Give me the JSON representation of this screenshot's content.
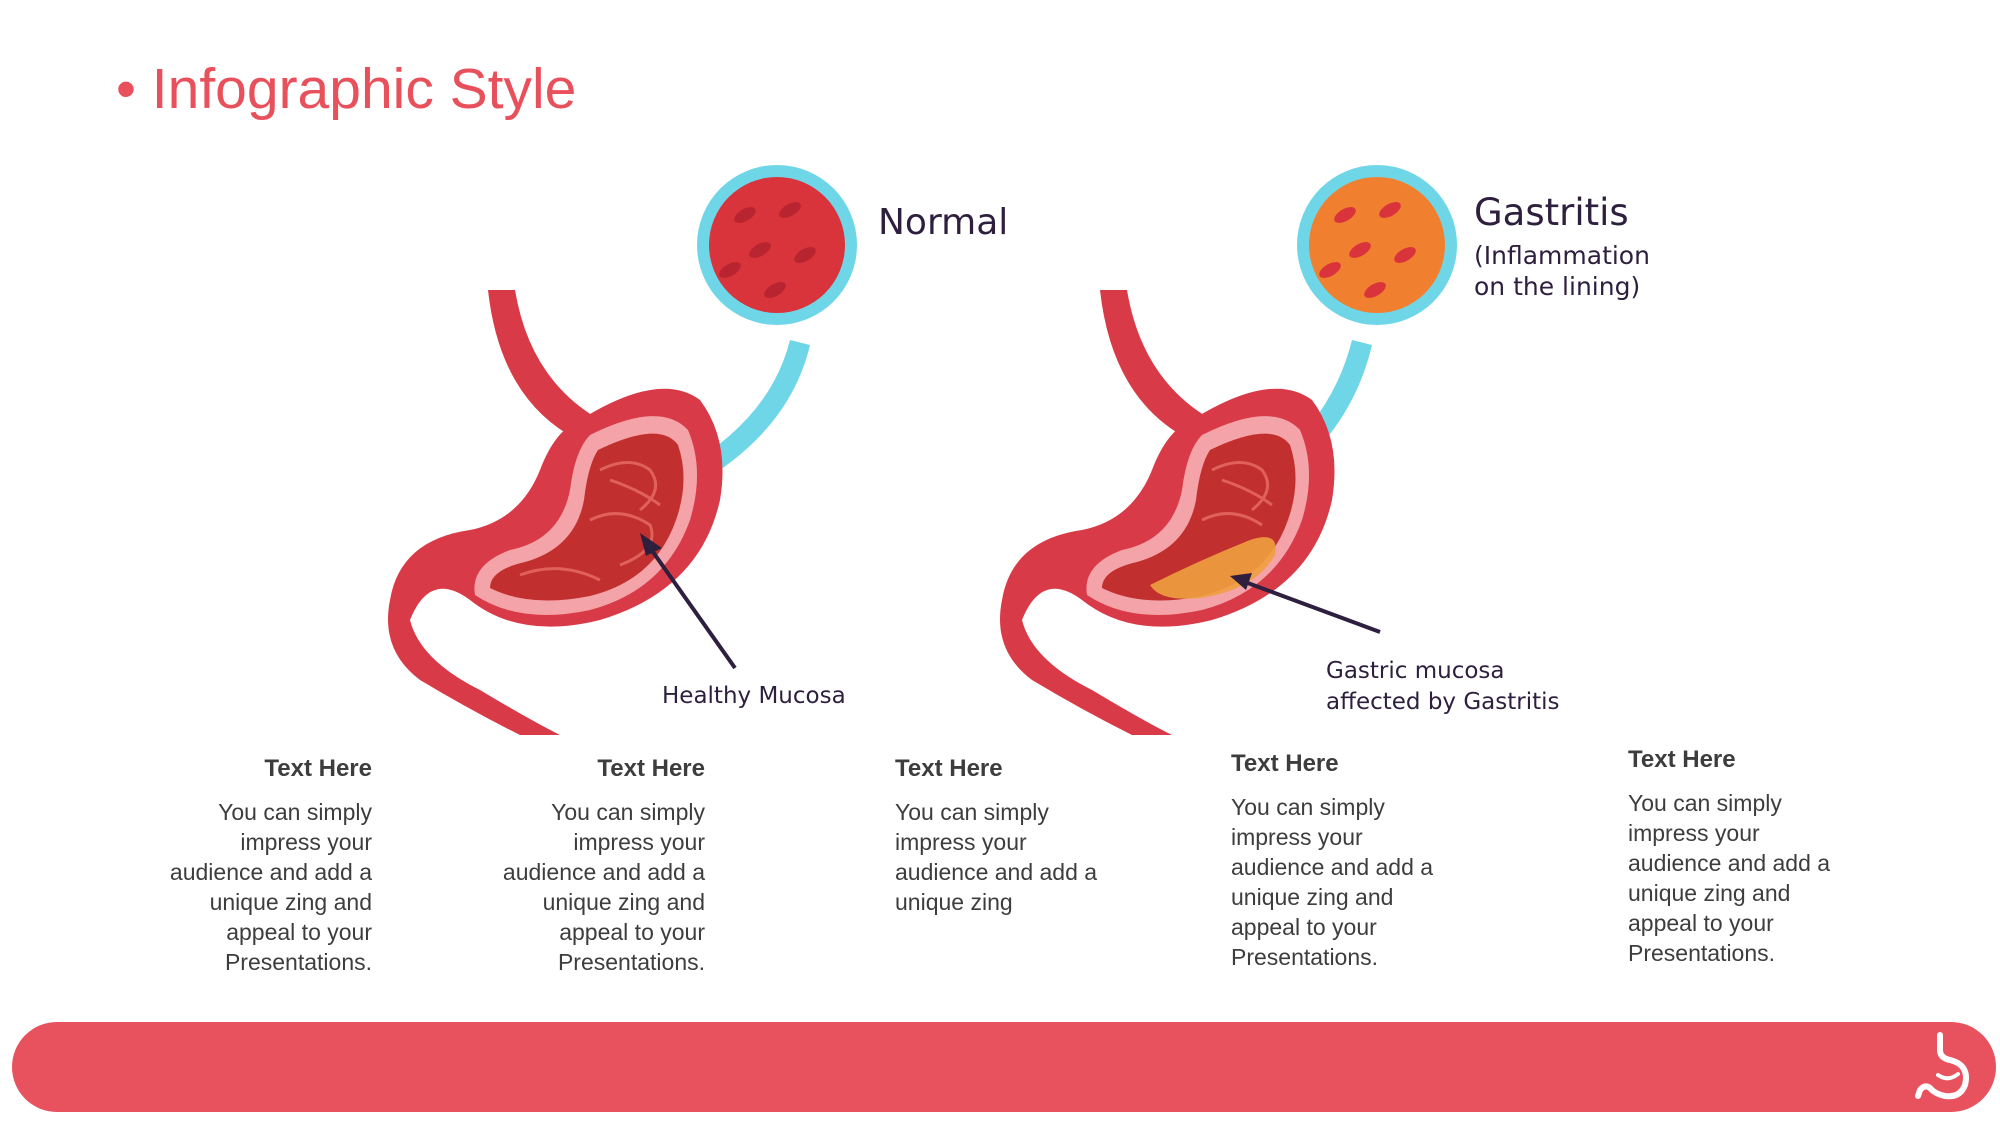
{
  "title": "• Infographic Style",
  "labels": {
    "normal": "Normal",
    "gastritis": "Gastritis",
    "gastritis_sub": "(Inflammation\non the lining)",
    "healthy": "Healthy Mucosa",
    "affected": "Gastric mucosa\naffected by Gastritis"
  },
  "text_boxes": [
    {
      "heading": "Text Here",
      "body": "You can simply impress your audience and add a unique zing and appeal to your Presentations."
    },
    {
      "heading": "Text Here",
      "body": "You can simply impress your audience and add a unique zing and appeal to your Presentations."
    },
    {
      "heading": "Text Here",
      "body": "You can simply impress your audience and add a unique zing"
    },
    {
      "heading": "Text Here",
      "body": "You can simply impress your audience and add a unique zing and appeal to your Presentations."
    },
    {
      "heading": "Text Here",
      "body": "You can simply impress your audience and add a unique zing and appeal to your Presentations."
    }
  ],
  "colors": {
    "accent": "#e8505b",
    "stomach": "#d93a48",
    "lining": "#f4a3a8",
    "cyan": "#5dd3e6",
    "inflamed": "#f0a040",
    "arrow": "#2d1f3d"
  },
  "footer": {
    "icon": "stomach-icon"
  }
}
